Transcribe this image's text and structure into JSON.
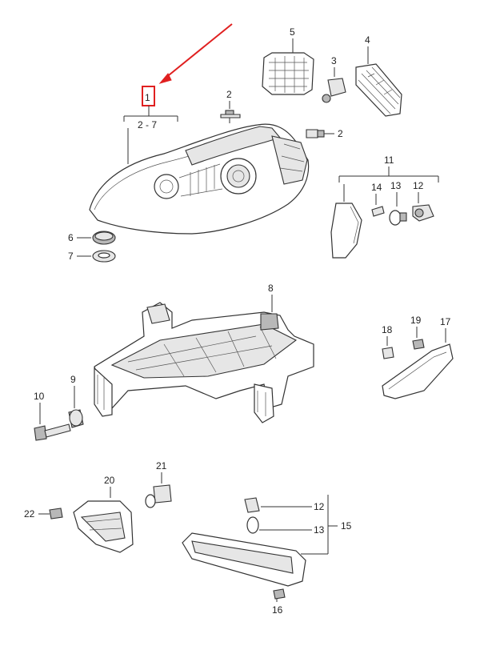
{
  "colors": {
    "highlight": "#e02020",
    "line": "#333333",
    "part_fill": "#e6e6e6",
    "background": "#ffffff"
  },
  "callouts": {
    "c1": "1",
    "c2_7": "2 - 7",
    "c2a": "2",
    "c2b": "2",
    "c3": "3",
    "c4": "4",
    "c5": "5",
    "c6": "6",
    "c7": "7",
    "c8": "8",
    "c9": "9",
    "c10": "10",
    "c11": "11",
    "c12a": "12",
    "c12b": "12",
    "c13a": "13",
    "c13b": "13",
    "c14": "14",
    "c15": "15",
    "c16": "16",
    "c17": "17",
    "c18": "18",
    "c19": "19",
    "c20": "20",
    "c21": "21",
    "c22": "22"
  }
}
